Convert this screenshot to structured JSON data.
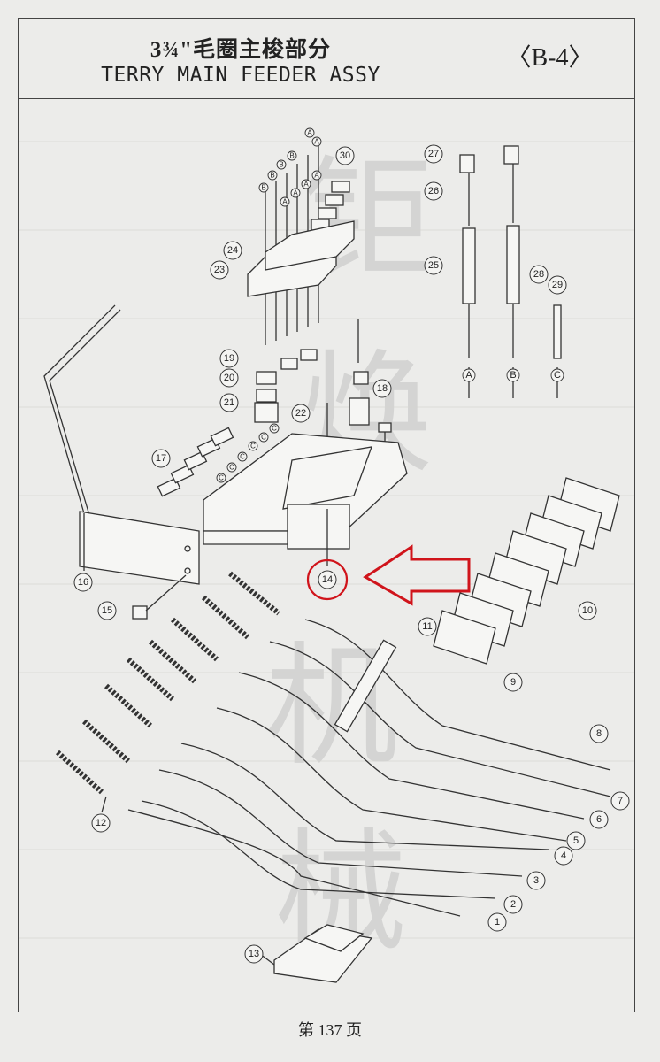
{
  "header": {
    "title_cn": "3¾\"毛圈主梭部分",
    "title_en": "TERRY MAIN FEEDER ASSY",
    "code": "〈B-4〉"
  },
  "footer": {
    "page": "第 137 页"
  },
  "watermark": [
    "钜",
    "焕",
    "机",
    "械"
  ],
  "callouts": [
    "1",
    "2",
    "3",
    "4",
    "5",
    "6",
    "7",
    "8",
    "9",
    "10",
    "11",
    "12",
    "13",
    "14",
    "15",
    "16",
    "17",
    "18",
    "19",
    "20",
    "21",
    "22",
    "23",
    "24",
    "25",
    "26",
    "27",
    "28",
    "29",
    "30"
  ],
  "letter_tags": [
    "A",
    "B",
    "C"
  ],
  "colors": {
    "highlight": "#d0141b",
    "ink": "#333333",
    "paper": "#ececea"
  }
}
